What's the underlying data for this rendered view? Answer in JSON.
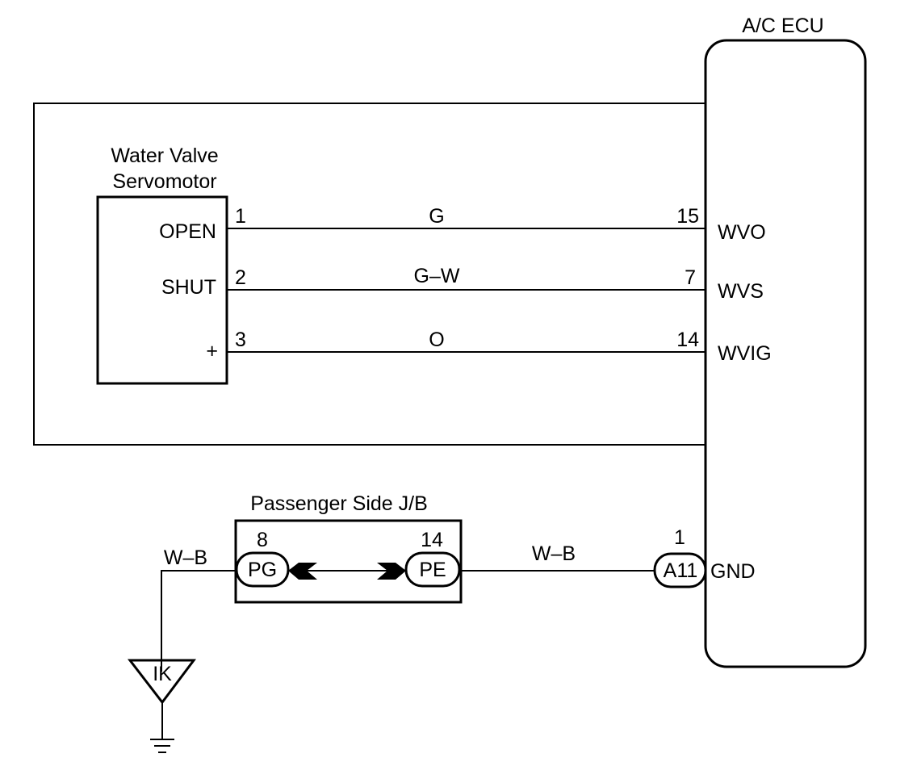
{
  "ecu": {
    "title": "A/C ECU",
    "pins": [
      {
        "number": "15",
        "name": "WVO"
      },
      {
        "number": "7",
        "name": "WVS"
      },
      {
        "number": "14",
        "name": "WVIG"
      }
    ],
    "gnd": {
      "connector": "A11",
      "pin": "1",
      "name": "GND"
    }
  },
  "servo": {
    "title_line1": "Water Valve",
    "title_line2": "Servomotor",
    "terminals": [
      {
        "label": "OPEN",
        "pin": "1"
      },
      {
        "label": "SHUT",
        "pin": "2"
      },
      {
        "label": "+",
        "pin": "3"
      }
    ]
  },
  "wires": [
    {
      "color_code": "G"
    },
    {
      "color_code": "G–W"
    },
    {
      "color_code": "O"
    }
  ],
  "junction_block": {
    "title": "Passenger Side J/B",
    "left": {
      "pin": "8",
      "connector": "PG"
    },
    "right": {
      "pin": "14",
      "connector": "PE"
    }
  },
  "ground_wire_left": "W–B",
  "ground_wire_right": "W–B",
  "ground_point": "IK"
}
